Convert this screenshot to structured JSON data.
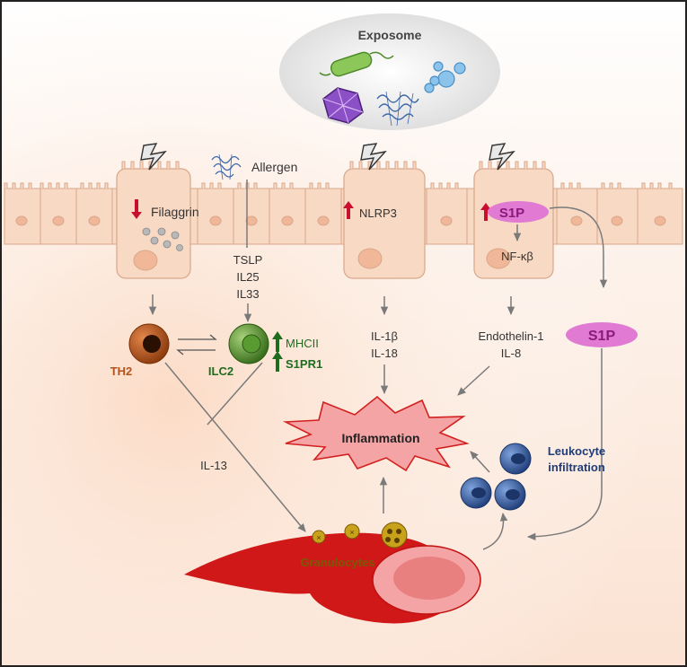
{
  "labels": {
    "exposome": "Exposome",
    "filaggrin": "Filaggrin",
    "allergen": "Allergen",
    "nlrp3": "NLRP3",
    "s1p_top": "S1P",
    "nfkb": "NF-κβ",
    "tslp": "TSLP",
    "il25": "IL25",
    "il33": "IL33",
    "th2": "TH2",
    "ilc2": "ILC2",
    "mhcii": "MHCII",
    "s1pr1": "S1PR1",
    "il1b": "IL-1β",
    "il18": "IL-18",
    "endothelin": "Endothelin-1",
    "il8": "IL-8",
    "s1p_mid": "S1P",
    "inflammation": "Inflammation",
    "il13": "IL-13",
    "leukocyte1": "Leukocyte",
    "leukocyte2": "infiltration",
    "granulocytes": "Granulocytes"
  },
  "colors": {
    "cell_fill": "#f8d9c4",
    "cell_stroke": "#d9a78a",
    "nucleus": "#f0b898",
    "up_arrow_red": "#c8102e",
    "up_arrow_green": "#1f6b1f",
    "th2": "#b4531b",
    "ilc2": "#4d8a2a",
    "s1p_pill": "#e07ad2",
    "s1p_text": "#8b1a7a",
    "leukocyte": "#2f5597",
    "vessel": "#d01818",
    "inflammation_fill": "#f4a4a4",
    "inflammation_stroke": "#d32020",
    "arrow_gray": "#7a7a7a"
  }
}
